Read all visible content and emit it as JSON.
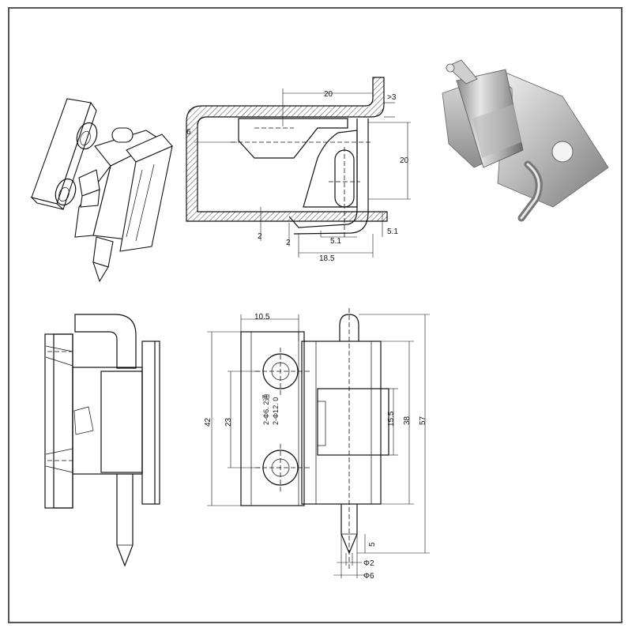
{
  "side_view": {
    "dim_top_width": "20",
    "dim_clearance": ">3",
    "dim_left_offset": "6",
    "dim_right_height": "20",
    "dim_sheet_thickness_a": "2",
    "dim_sheet_thickness_b": "2",
    "dim_pin_offset": "5.1",
    "dim_pin_drop": "5.1",
    "dim_overall_depth": "18.5"
  },
  "front_view": {
    "dim_leaf_width": "10.5",
    "dim_overall_height": "42",
    "dim_hole_pitch": "23",
    "hole_note_1": "2-Φ6. 2通",
    "hole_note_2": "2-Φ12. 0",
    "dim_block_height": "15.5",
    "dim_knuckle_height": "38",
    "dim_total_height": "57",
    "dim_pin_tip": "5",
    "dim_pin_tip_dia": "Φ2",
    "dim_pin_dia": "Φ6"
  },
  "colors": {
    "frame": "#555555",
    "line": "#111111",
    "steel_light": "#d8d8d8",
    "steel_dark": "#6e6e6e"
  }
}
